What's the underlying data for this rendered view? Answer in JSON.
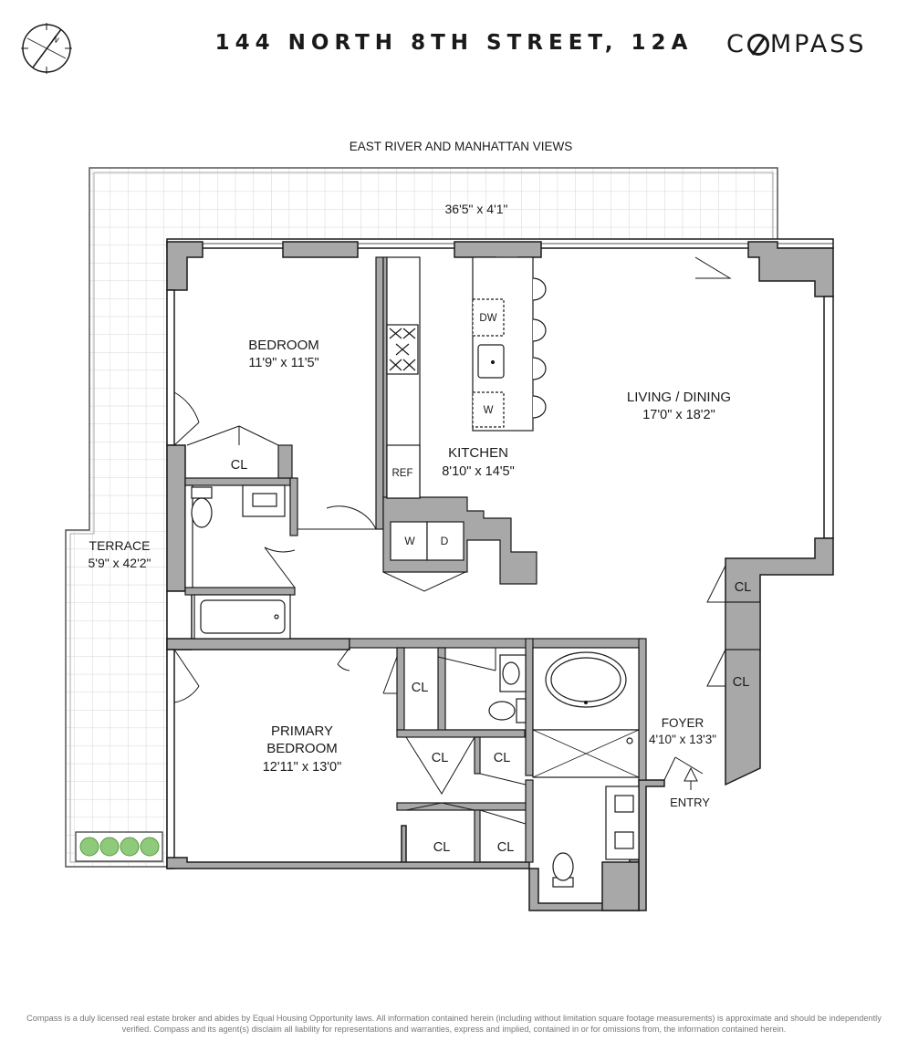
{
  "header": {
    "title": "144 NORTH 8TH STREET, 12A",
    "brand_pre": "C",
    "brand_post": "MPASS",
    "compass_letter": "N"
  },
  "views_label": "EAST RIVER AND MANHATTAN VIEWS",
  "rooms": {
    "terrace_top": {
      "dims": "36'5\" x 4'1\""
    },
    "terrace_side": {
      "name": "TERRACE",
      "dims": "5'9\" x 42'2\""
    },
    "bedroom": {
      "name": "BEDROOM",
      "dims": "11'9\" x 11'5\""
    },
    "kitchen": {
      "name": "KITCHEN",
      "dims": "8'10\" x 14'5\""
    },
    "living": {
      "name": "LIVING / DINING",
      "dims": "17'0\" x 18'2\""
    },
    "primary": {
      "line1": "PRIMARY",
      "line2": "BEDROOM",
      "dims": "12'11\" x 13'0\""
    },
    "foyer": {
      "name": "FOYER",
      "dims": "4'10\" x 13'3\""
    },
    "entry": "ENTRY"
  },
  "fixtures": {
    "closet": "CL",
    "dishwasher": "DW",
    "wine": "W",
    "refrigerator": "REF",
    "washer": "W",
    "dryer": "D"
  },
  "disclaimer": "Compass is a duly licensed real estate broker and abides by Equal Housing Opportunity laws. All information contained herein (including without limitation square footage measurements) is approximate and should be independently verified. Compass and its agent(s) disclaim all liability for representations and warranties, express and implied, contained in or for omissions from, the information contained herein.",
  "colors": {
    "wall": "#a8a8a8",
    "wall_stroke": "#1a1a1a",
    "terrace_grid": "#d4d4d4",
    "planter": "#8fc97a"
  }
}
